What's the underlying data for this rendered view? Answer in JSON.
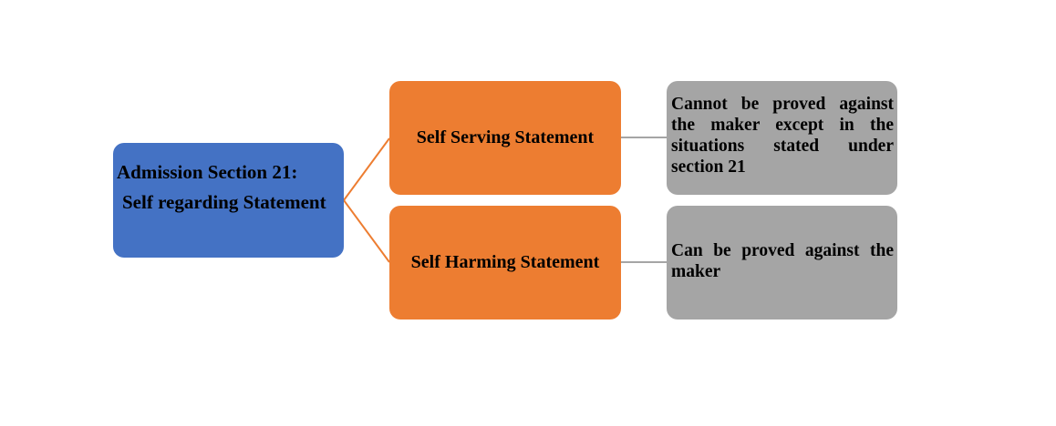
{
  "root": {
    "title": "Admission Section 21:",
    "subtitle": "Self regarding Statement"
  },
  "branches": [
    {
      "label": "Self Serving Statement",
      "detail": "Cannot be proved against the maker except in the situations stated under section 21"
    },
    {
      "label": "Self Harming Statement",
      "detail": "Can be proved against the maker"
    }
  ],
  "colors": {
    "root": "#4472C4",
    "branch": "#ED7D31",
    "detail": "#A5A5A5"
  }
}
